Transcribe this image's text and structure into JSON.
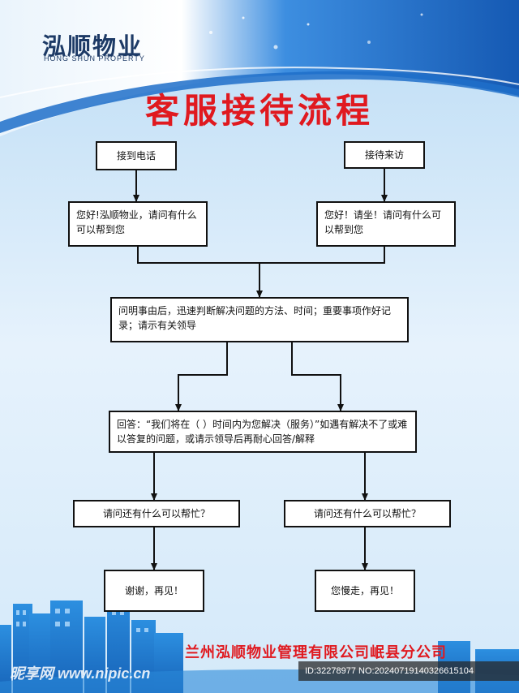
{
  "logo": {
    "name_cn": "泓顺物业",
    "name_en": "HONG SHUN PROPERTY"
  },
  "title": "客服接待流程",
  "flow": {
    "phone_call": "接到电话",
    "visitor": "接待来访",
    "phone_greeting": "您好!泓顺物业，请问有什么可以帮到您",
    "visitor_greeting": "您好！请坐！请问有什么可以帮到您",
    "inquiry": "问明事由后，迅速判断解决问题的方法、时间；重要事项作好记录；请示有关领导",
    "answer": "回答：“我们将在（    ）时间内为您解决（服务）”如遇有解决不了或难以答复的问题，或请示领导后再耐心回答/解释",
    "ask_more_left": "请问还有什么可以帮忙？",
    "ask_more_right": "请问还有什么可以帮忙？",
    "bye_left": "谢谢，再见！",
    "bye_right": "您慢走，再见！"
  },
  "footer": {
    "company": "兰州泓顺物业管理有限公司岷县分公司",
    "watermark": "昵享网 www.nipic.cn",
    "image_id": "ID:32278977 NO:20240719140326615104"
  },
  "colors": {
    "title_red": "#e0191f",
    "header_blue": "#1e6fc9",
    "logo_navy": "#1d3a66"
  }
}
